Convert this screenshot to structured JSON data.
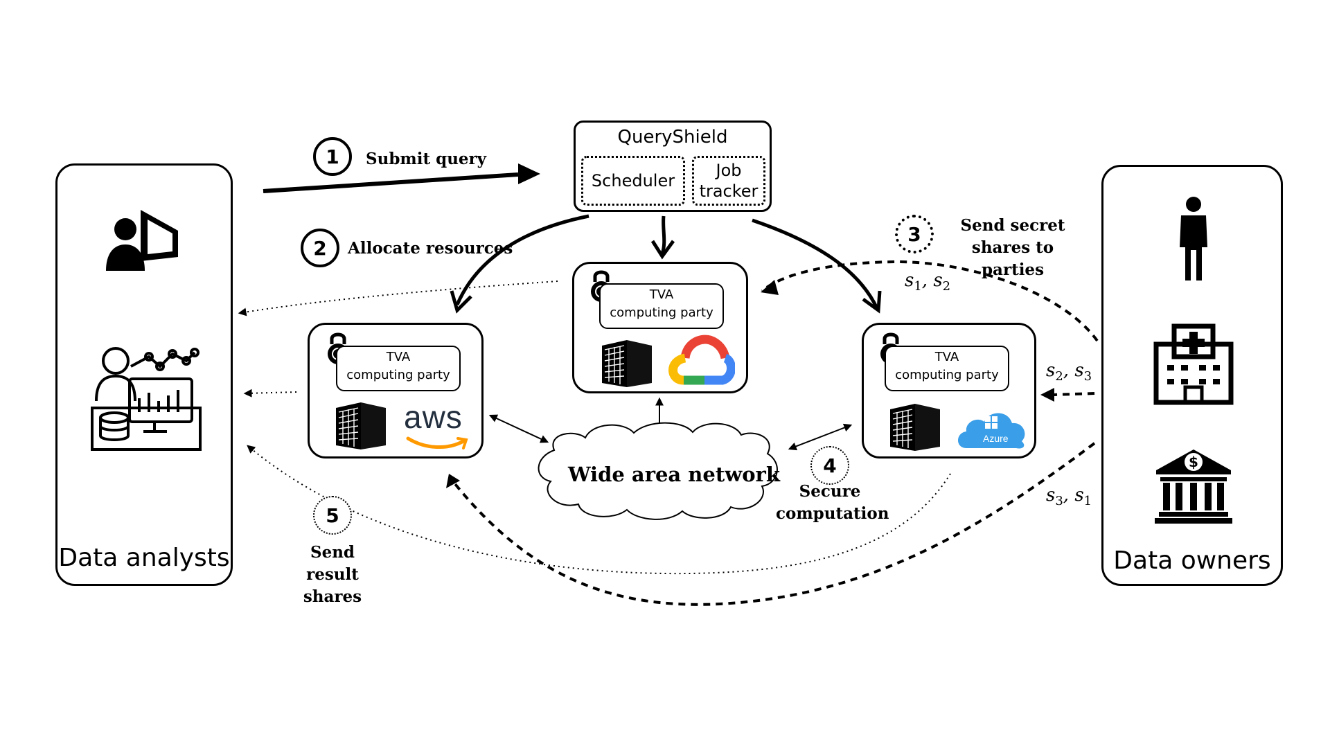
{
  "system": {
    "title": "QueryShield",
    "scheduler": "Scheduler",
    "job_tracker_line1": "Job",
    "job_tracker_line2": "tracker"
  },
  "analysts": {
    "label": "Data analysts"
  },
  "owners": {
    "label": "Data owners"
  },
  "party": {
    "line1": "TVA",
    "line2": "computing party"
  },
  "network": {
    "label": "Wide area network"
  },
  "providers": {
    "aws": "aws",
    "azure": "Azure",
    "gcp": "Google Cloud"
  },
  "steps": [
    {
      "num": "1",
      "label": "Submit query"
    },
    {
      "num": "2",
      "label": "Allocate resources"
    },
    {
      "num": "3",
      "label_line1": "Send secret",
      "label_line2": "shares to parties"
    },
    {
      "num": "4",
      "label_line1": "Secure",
      "label_line2": "computation"
    },
    {
      "num": "5",
      "label_line1": "Send result",
      "label_line2": "shares"
    }
  ],
  "shares": {
    "top": {
      "a": "s",
      "a_sub": "1",
      "sep": ", ",
      "b": "s",
      "b_sub": "2"
    },
    "mid": {
      "a": "s",
      "a_sub": "2",
      "sep": ", ",
      "b": "s",
      "b_sub": "3"
    },
    "bottom": {
      "a": "s",
      "a_sub": "3",
      "sep": ", ",
      "b": "s",
      "b_sub": "1"
    }
  },
  "colors": {
    "google_red": "#ea4335",
    "google_yellow": "#fbbc05",
    "google_green": "#34a853",
    "google_blue": "#4285f4",
    "aws_orange": "#ff9900",
    "aws_dark": "#232f3e",
    "azure_blue": "#3a9ee8"
  }
}
